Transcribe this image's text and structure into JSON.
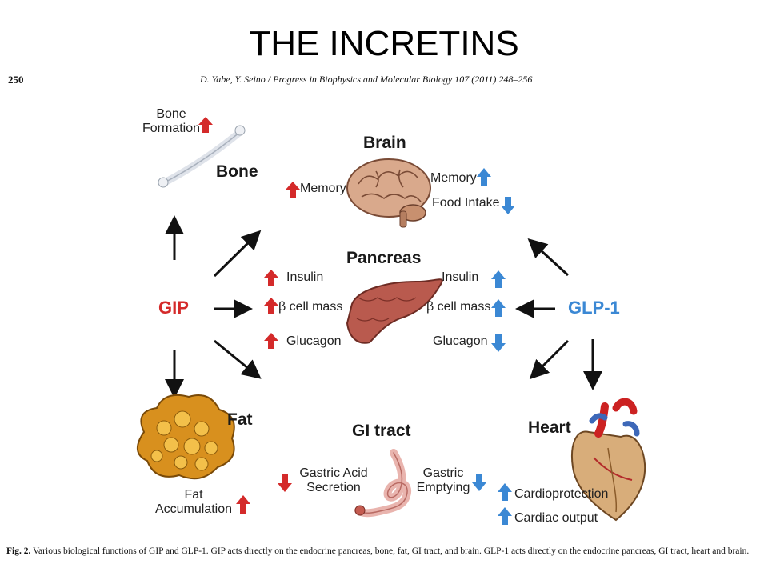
{
  "slide": {
    "title": "THE INCRETINS"
  },
  "header": {
    "page_number": "250",
    "journal": "D. Yabe, Y. Seino / Progress in Biophysics and Molecular Biology 107 (2011) 248–256"
  },
  "hormones": {
    "gip": "GIP",
    "glp1": "GLP-1"
  },
  "organs": {
    "bone": "Bone",
    "brain": "Brain",
    "pancreas": "Pancreas",
    "fat": "Fat",
    "gi_tract": "GI tract",
    "heart": "Heart"
  },
  "effects": {
    "bone_formation_1": "Bone",
    "bone_formation_2": "Formation",
    "brain_gip_memory": "Memory",
    "brain_glp_memory": "Memory",
    "brain_glp_food": "Food Intake",
    "panc_gip_insulin": "Insulin",
    "panc_gip_beta": "β cell mass",
    "panc_gip_glucagon": "Glucagon",
    "panc_glp_insulin": "Insulin",
    "panc_glp_beta": "β cell mass",
    "panc_glp_glucagon": "Glucagon",
    "fat_1": "Fat",
    "fat_2": "Accumulation",
    "gi_acid_1": "Gastric Acid",
    "gi_acid_2": "Secretion",
    "gi_empty_1": "Gastric",
    "gi_empty_2": "Emptying",
    "heart_cardioprotection": "Cardioprotection",
    "heart_output": "Cardiac output"
  },
  "caption": {
    "label": "Fig. 2.",
    "text": "Various biological functions of GIP and GLP-1. GIP acts directly on the endocrine pancreas, bone, fat, GI tract, and brain. GLP-1 acts directly on the endocrine pancreas, GI tract, heart and brain."
  },
  "colors": {
    "gip_red": "#d42a2a",
    "glp_blue": "#3b88d4"
  }
}
